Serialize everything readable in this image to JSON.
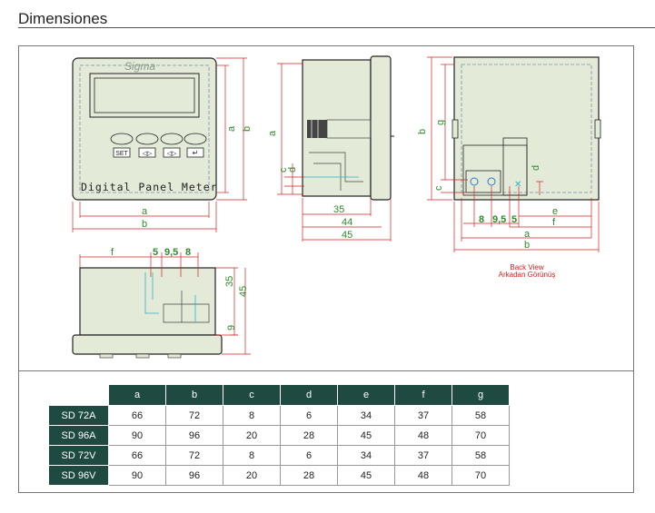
{
  "section_title": "Dimensiones",
  "front": {
    "brand": "Sigma",
    "caption": "Digital Panel Meter",
    "buttons": [
      "SET",
      "◁▷",
      "◁▷",
      "↵"
    ],
    "dim_a": "a",
    "dim_b": "b"
  },
  "side": {
    "dim_a": "a",
    "dim_c": "c",
    "dim_d": "d",
    "dim_35": "35",
    "dim_44": "44",
    "dim_45": "45"
  },
  "back": {
    "dim_b": "b",
    "dim_g": "g",
    "dim_c": "c",
    "dim_d": "d",
    "dim_8": "8",
    "dim_95": "9,5",
    "dim_5": "5",
    "dim_e": "e",
    "dim_f": "f",
    "dim_a": "a",
    "dim_bb": "b",
    "caption_1": "Back View",
    "caption_2": "Arkadan Görünüş"
  },
  "top": {
    "dim_f": "f",
    "dim_5": "5",
    "dim_95": "9,5",
    "dim_8": "8",
    "dim_35": "35",
    "dim_45": "45",
    "dim_9": "9"
  },
  "colors": {
    "dimension_green": "#2e8b2e",
    "dimension_red": "#d42020",
    "body_fill": "#e3ead8",
    "table_header": "#1e4a42"
  },
  "table": {
    "headers": [
      "a",
      "b",
      "c",
      "d",
      "e",
      "f",
      "g"
    ],
    "rows": [
      {
        "model": "SD 72A",
        "values": [
          "66",
          "72",
          "8",
          "6",
          "34",
          "37",
          "58"
        ]
      },
      {
        "model": "SD 96A",
        "values": [
          "90",
          "96",
          "20",
          "28",
          "45",
          "48",
          "70"
        ]
      },
      {
        "model": "SD 72V",
        "values": [
          "66",
          "72",
          "8",
          "6",
          "34",
          "37",
          "58"
        ]
      },
      {
        "model": "SD 96V",
        "values": [
          "90",
          "96",
          "20",
          "28",
          "45",
          "48",
          "70"
        ]
      }
    ]
  }
}
